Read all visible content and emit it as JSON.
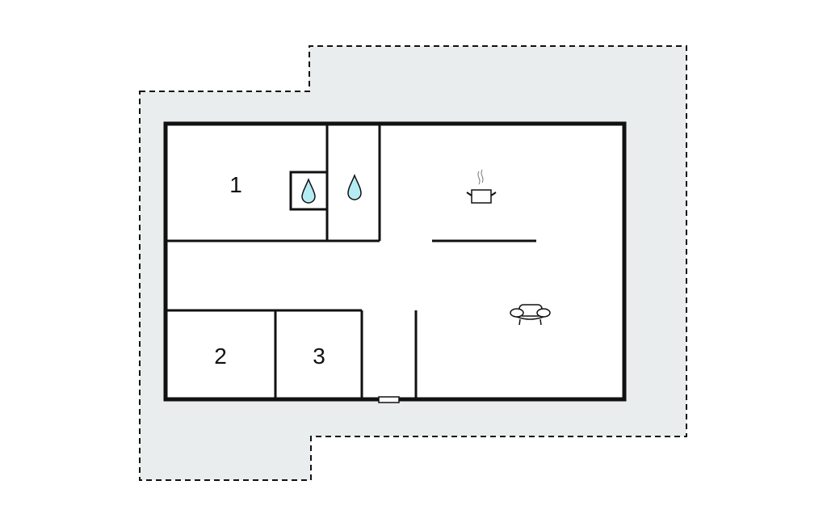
{
  "plan": {
    "rooms": [
      {
        "label": "1"
      },
      {
        "label": "2"
      },
      {
        "label": "3"
      }
    ],
    "icons": [
      "water-drop-icon",
      "water-drop-icon",
      "cooking-pot-icon",
      "sofa-icon"
    ],
    "colors": {
      "terrace": "#e9eded",
      "wall": "#111111",
      "water": "#b5ecf3"
    }
  }
}
